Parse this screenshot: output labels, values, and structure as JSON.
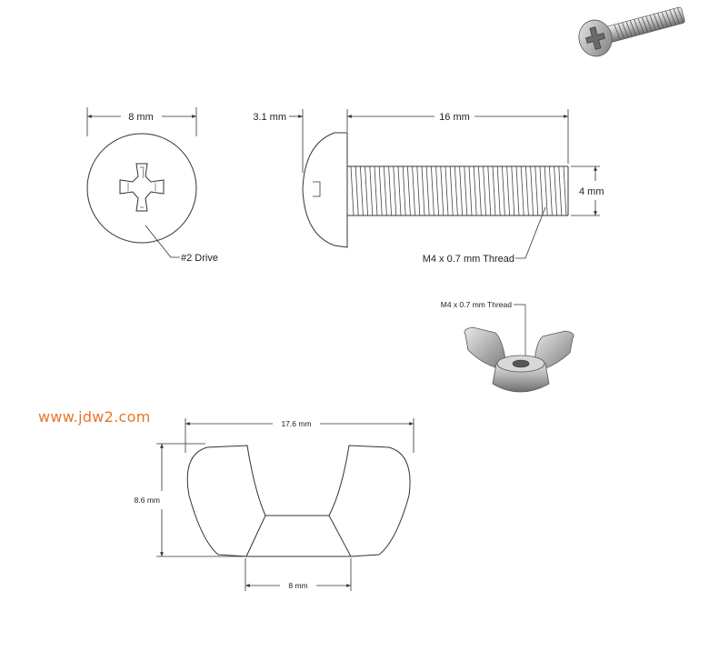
{
  "watermark": "www.jdw2.com",
  "screw": {
    "head_diameter": "8 mm",
    "head_height": "3.1 mm",
    "length": "16 mm",
    "thread_diameter": "4 mm",
    "thread_callout": "M4 x 0.7 mm Thread",
    "drive_callout": "#2 Drive"
  },
  "wing_nut": {
    "thread_callout": "M4 x 0.7 mm Thread",
    "width": "17.6 mm",
    "height": "8.6 mm",
    "base_width": "8 mm"
  },
  "colors": {
    "line": "#333333",
    "metal_light": "#e6e6e6",
    "metal_dark": "#8a8a8a",
    "watermark": "#e8742c"
  }
}
